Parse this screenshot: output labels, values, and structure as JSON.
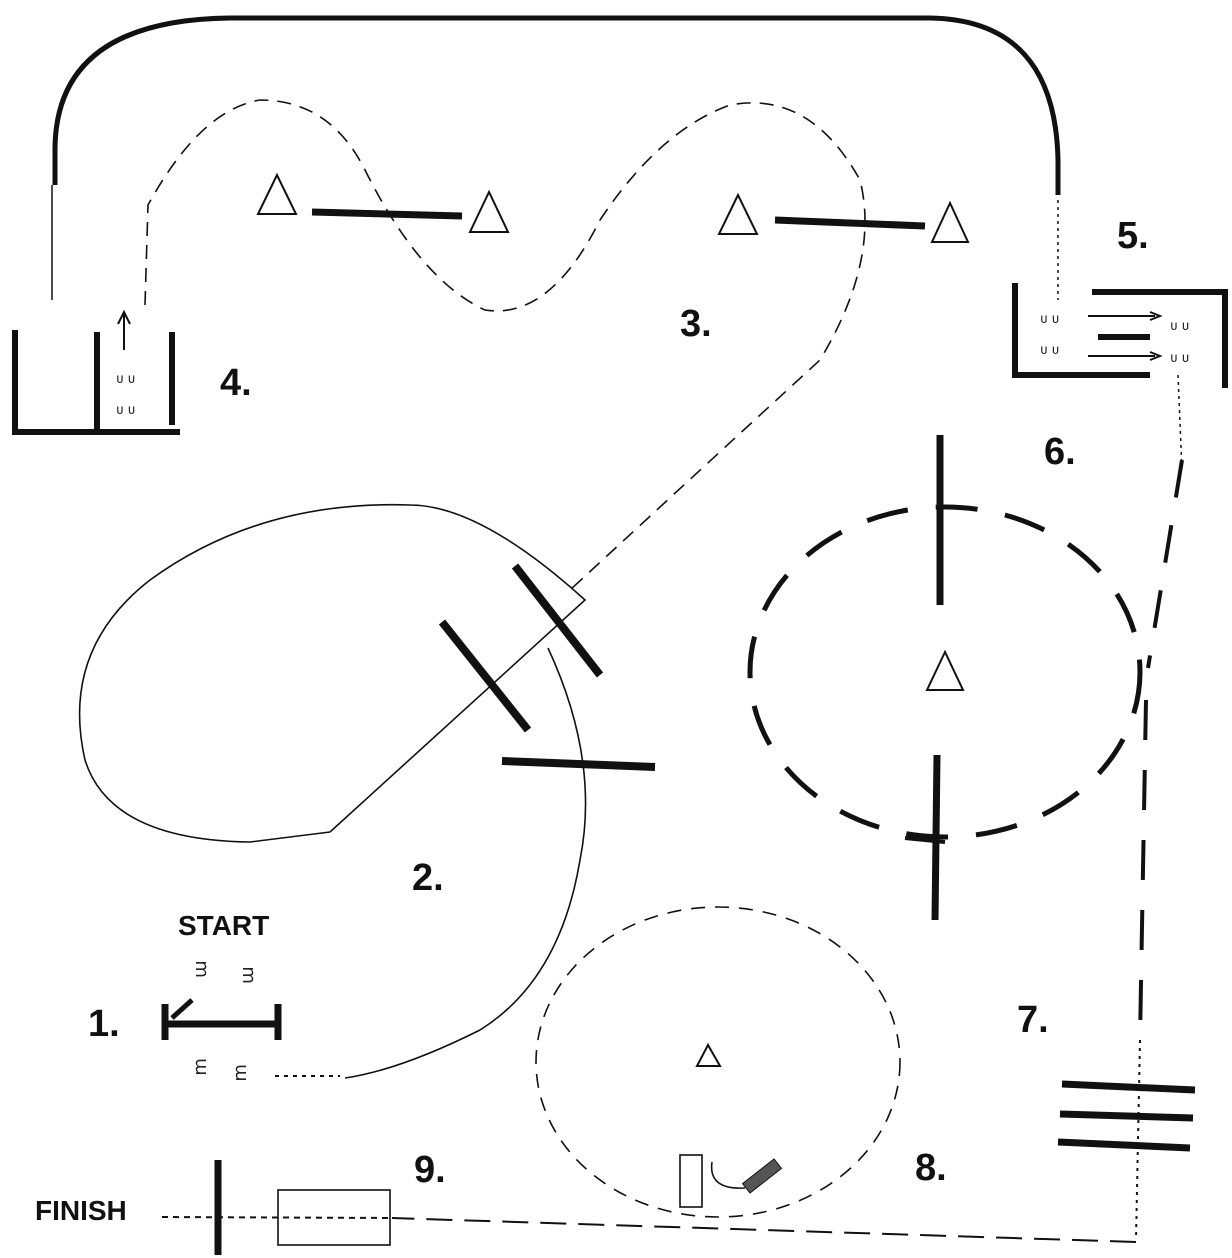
{
  "labels": {
    "start": "START",
    "finish": "FINISH",
    "obstacles": [
      "1.",
      "2.",
      "3.",
      "4.",
      "5.",
      "6.",
      "7.",
      "8.",
      "9."
    ]
  },
  "colors": {
    "ink": "#111111",
    "background": "#ffffff"
  }
}
